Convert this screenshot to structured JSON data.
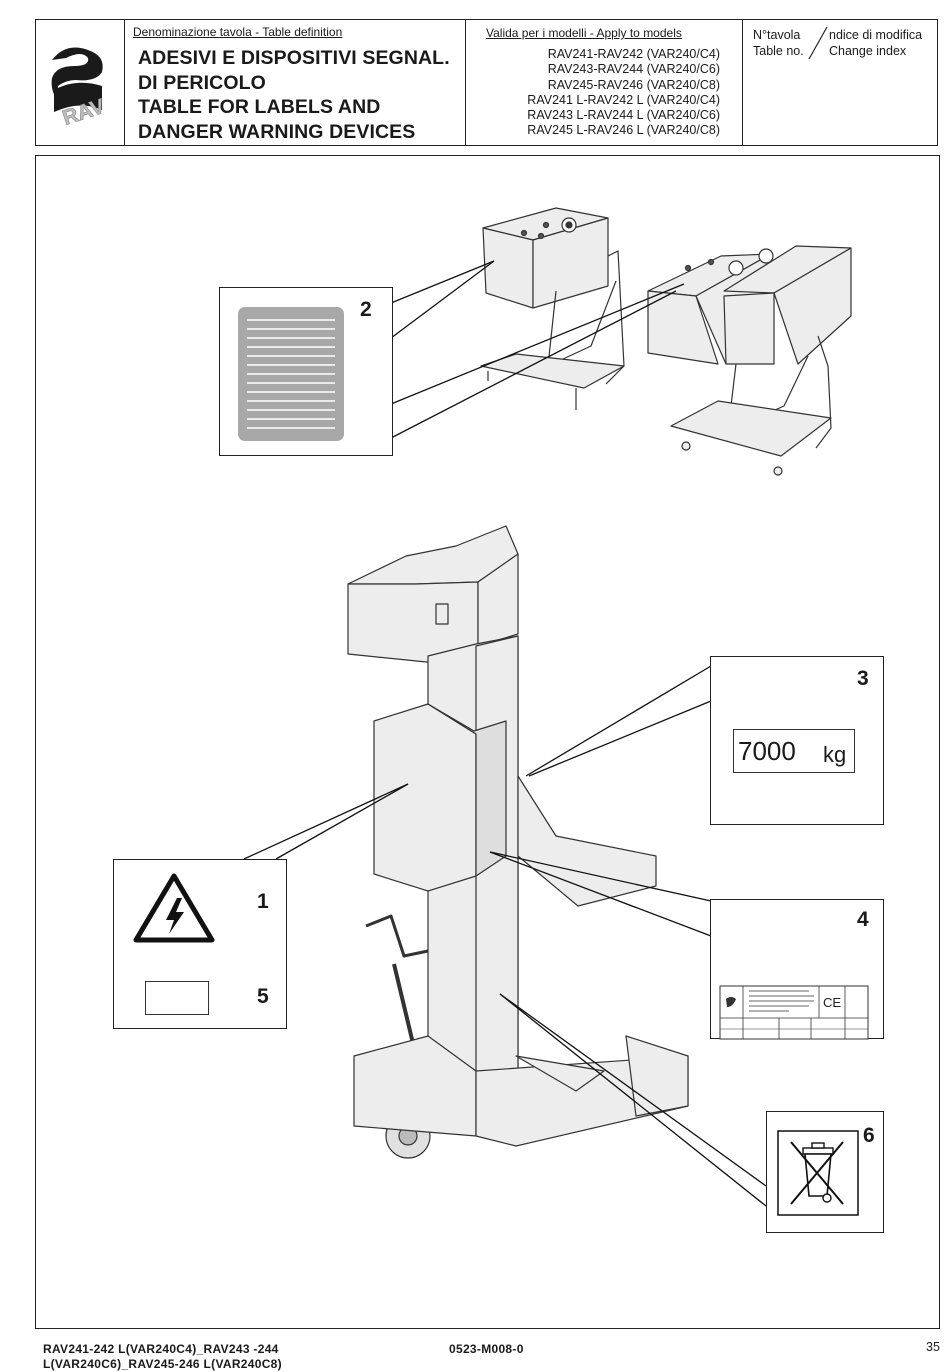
{
  "header": {
    "logo_text": "RAV",
    "definition_caption": "Denominazione tavola - Table definition",
    "title_lines": [
      "ADESIVI E DISPOSITIVI SEGNAL.",
      "DI PERICOLO",
      "TABLE FOR LABELS AND",
      "DANGER WARNING DEVICES"
    ],
    "models_caption": "Valida per i modelli - Apply to models",
    "models": [
      "RAV241-RAV242  (VAR240/C4)",
      "RAV243-RAV244  (VAR240/C6)",
      "RAV245-RAV246  (VAR240/C8)",
      "RAV241  L-RAV242  L  (VAR240/C4)",
      "RAV243  L-RAV244  L  (VAR240/C6)",
      "RAV245  L-RAV246  L  (VAR240/C8)"
    ],
    "table_no_it": "N°tavola",
    "table_no_en": "Table no.",
    "change_index_it": "ndice di modifica",
    "change_index_en": "Change index"
  },
  "callouts": {
    "c1": "1",
    "c2": "2",
    "c3": "3",
    "c4": "4",
    "c5": "5",
    "c6": "6",
    "capacity_value": "7000",
    "capacity_unit": "kg"
  },
  "footer": {
    "models_lines": [
      "RAV241-242  L(VAR240C4)_RAV243  -244",
      "L(VAR240C6)_RAV245-246  L(VAR240C8)"
    ],
    "drawing_code": "0523-M008-0",
    "page_number": "35"
  },
  "colors": {
    "line": "#222222",
    "label_gray": "#a8a8a8",
    "machine_fill": "#ececec"
  }
}
